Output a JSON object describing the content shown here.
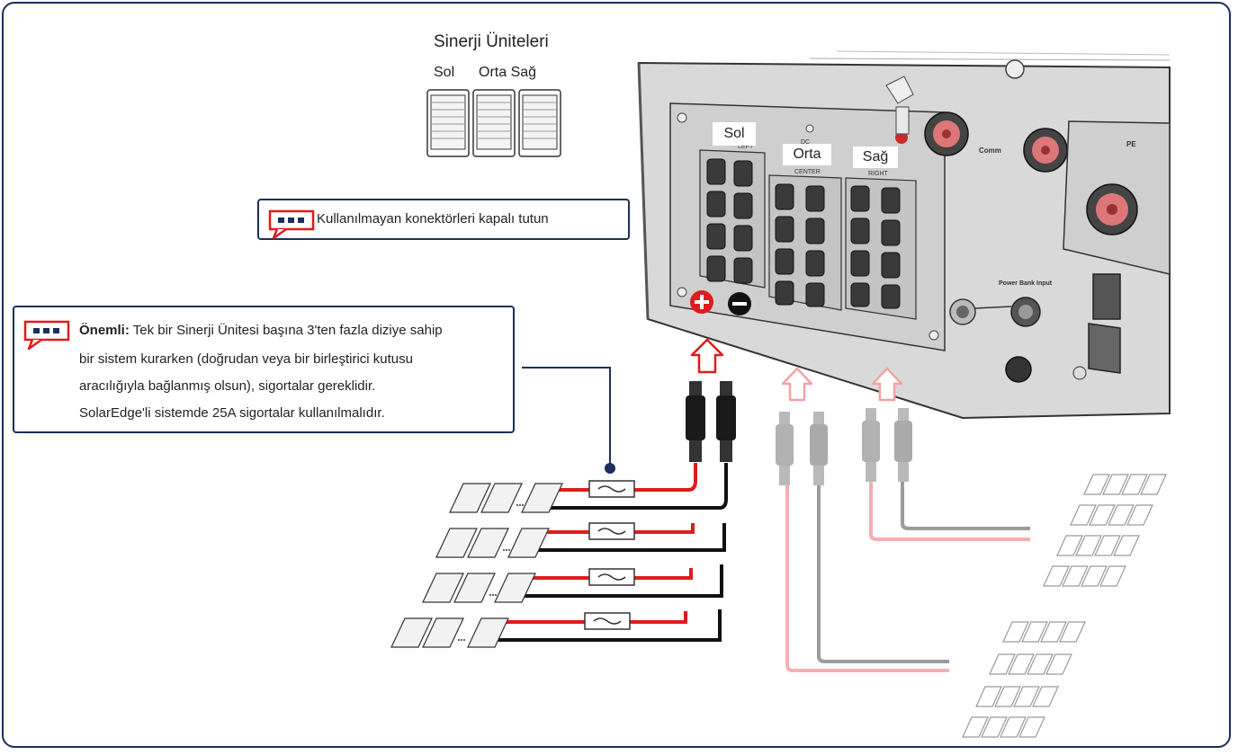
{
  "synergy_units": {
    "title": "Sinerji Üniteleri",
    "left": "Sol",
    "center_right": "Orta Sağ"
  },
  "connector_labels": {
    "left": "Sol",
    "center": "Orta",
    "right": "Sağ"
  },
  "callout_small": {
    "text": "Kullanılmayan konektörleri kapalı tutun"
  },
  "callout_important": {
    "heading": "Önemli:",
    "line1": "Tek bir Sinerji Ünitesi başına 3'ten fazla diziye sahip",
    "line2": "bir sistem kurarken (doğrudan veya bir birleştirici kutusu",
    "line3": "aracılığıyla bağlanmış olsun), sigortalar gereklidir.",
    "line4": "SolarEdge'li sistemde 25A sigortalar kullanılmalıdır."
  },
  "panel_markings": {
    "comm": "Comm",
    "pe": "PE",
    "power_bank": "Power Bank Input",
    "dc": "DC",
    "left": "LEFT",
    "center": "CENTER",
    "right": "RIGHT"
  },
  "colors": {
    "frame": "#1b2f5a",
    "positive": "#e01b1b",
    "negative": "#111111",
    "positive_faded": "#f2a3a3",
    "negative_faded": "#8a8a8a",
    "panel_gray": "#d6d6d6"
  }
}
